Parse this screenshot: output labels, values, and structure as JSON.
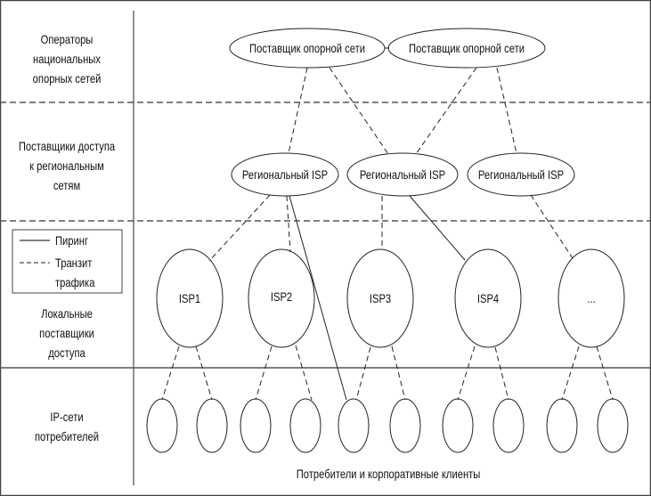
{
  "tiers": {
    "backbone": {
      "label": [
        "Операторы",
        "национальных",
        "опорных сетей"
      ]
    },
    "regional": {
      "label": [
        "Поставщики доступа",
        "к региональным",
        "сетям"
      ]
    },
    "local": {
      "label": [
        "Локальные",
        "поставщики",
        "доступа"
      ]
    },
    "customers": {
      "label": [
        "IP-сети",
        "потребителей"
      ]
    }
  },
  "legend": {
    "peering": "Пиринг",
    "transit_line1": "Транзит",
    "transit_line2": "трафика"
  },
  "nodes": {
    "backbone": [
      "Поставщик опорной сети",
      "Поставщик опорной сети"
    ],
    "regional": [
      "Региональный ISP",
      "Региональный ISP",
      "Региональный ISP"
    ],
    "local": [
      "ISP1",
      "ISP2",
      "ISP3",
      "ISP4",
      "..."
    ]
  },
  "footer": "Потребители и корпоративные клиенты"
}
